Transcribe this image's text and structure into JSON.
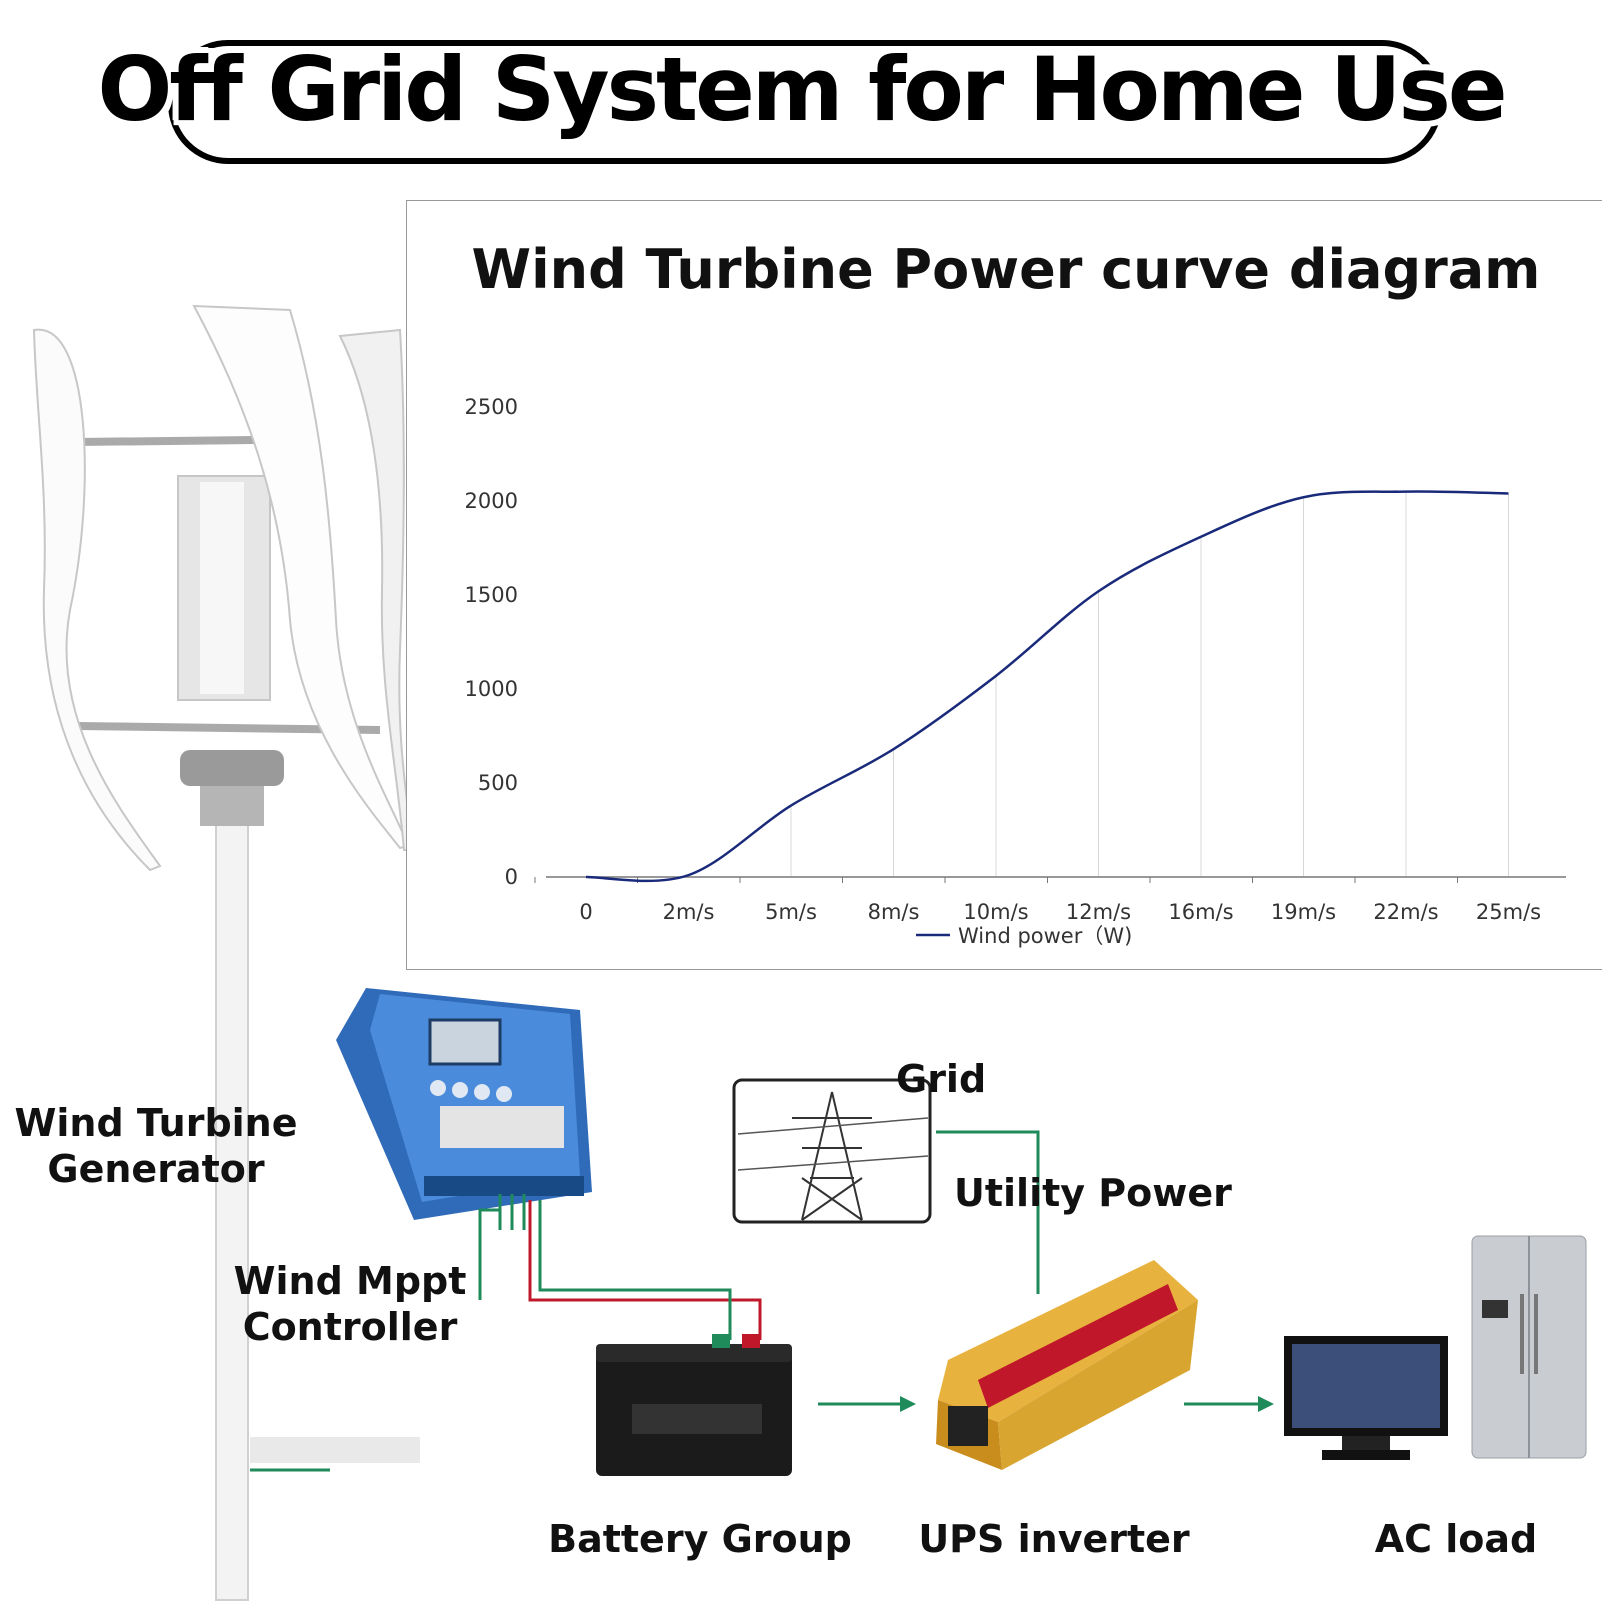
{
  "title": "Off Grid System for Home Use",
  "labels": {
    "turbine_line1": "Wind Turbine",
    "turbine_line2": "Generator",
    "controller_line1": "Wind Mppt",
    "controller_line2": "Controller",
    "grid": "Grid",
    "utility": "Utility Power",
    "battery": "Battery Group",
    "inverter": "UPS inverter",
    "acload": "AC load"
  },
  "colors": {
    "curve": "#1a2a7a",
    "wire_green": "#1f8a5a",
    "wire_red": "#c0182a",
    "controller_blue": "#3d7fd0",
    "inverter_gold": "#d9a531"
  },
  "chart_data": {
    "type": "line",
    "title": "Wind Turbine Power curve diagram",
    "categories": [
      "0",
      "2m/s",
      "5m/s",
      "8m/s",
      "10m/s",
      "12m/s",
      "16m/s",
      "19m/s",
      "22m/s",
      "25m/s"
    ],
    "yticks": [
      "0",
      "500",
      "1000",
      "1500",
      "2000",
      "2500"
    ],
    "ylim": [
      0,
      2500
    ],
    "grid": "vertical",
    "legend_position": "bottom",
    "series": [
      {
        "name": "Wind power（W)",
        "values": [
          0,
          10,
          380,
          680,
          1070,
          1520,
          1810,
          2020,
          2050,
          2040
        ]
      }
    ]
  }
}
